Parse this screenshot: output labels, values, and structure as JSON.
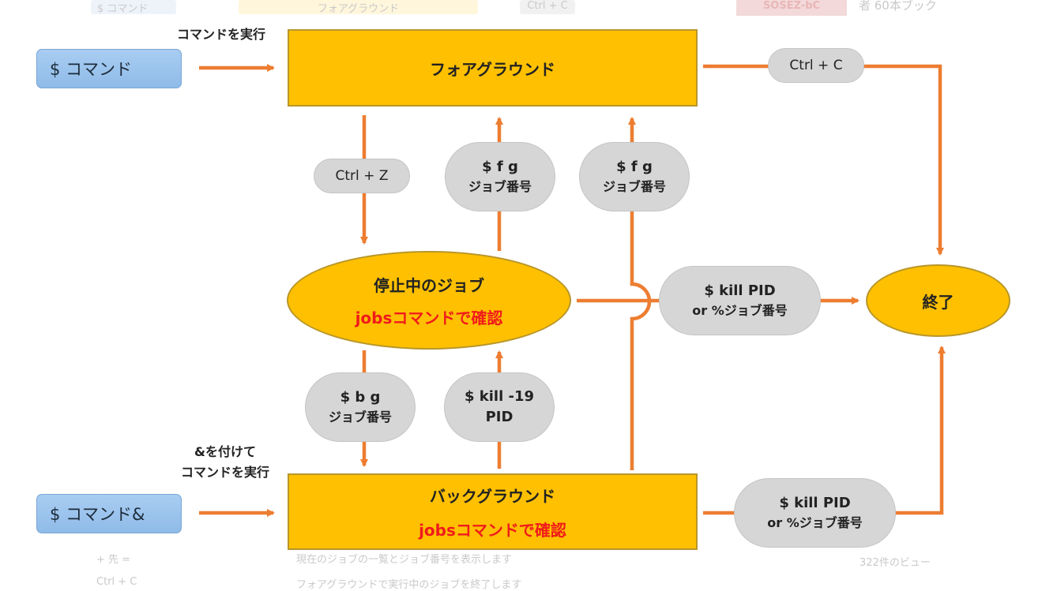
{
  "background": {
    "top_left": "$ コマンド",
    "top_mid": "フォアグラウンド",
    "top_ctrl": "Ctrl + C",
    "top_badge": "SOSEZ-bC",
    "top_right": "者 60本ブック",
    "bottom_left1": "+ 先 =",
    "bottom_mid1": "現在のジョブの一覧とジョブ番号を表示します",
    "bottom_right1": "322件のビュー",
    "bottom_left2": "Ctrl + C",
    "bottom_mid2": "フォアグラウンドで実行中のジョブを終了します"
  },
  "diagram": {
    "cmd_run_caption": "コマンドを実行",
    "cmd_box": "$ コマンド",
    "fg_box": "フォアグラウンド",
    "ctrl_c": "Ctrl + C",
    "ctrl_z": "Ctrl + Z",
    "fg1": {
      "line1": "$ f g",
      "line2": "ジョブ番号"
    },
    "fg2": {
      "line1": "$ f g",
      "line2": "ジョブ番号"
    },
    "stopped": {
      "title": "停止中のジョブ",
      "sub": "jobsコマンドで確認"
    },
    "kill_stopped": {
      "line1": "$ kill PID",
      "line2": "or %ジョブ番号"
    },
    "end": "終了",
    "bg_cmd": {
      "line1": "$ b g",
      "line2": "ジョブ番号"
    },
    "kill19": {
      "line1": "$ kill -19",
      "line2": "PID"
    },
    "amp_caption": {
      "line1": "&を付けて",
      "line2": "コマンドを実行"
    },
    "cmd_amp_box": "$ コマンド&",
    "bg_box": {
      "title": "バックグラウンド",
      "sub": "jobsコマンドで確認"
    },
    "kill_bg": {
      "line1": "$ kill PID",
      "line2": "or %ジョブ番号"
    }
  },
  "colors": {
    "arrow": "#ed7d31",
    "box_fill": "#fec000",
    "pill_fill": "#d6d6d6",
    "cmd_fill": "#9dc3ec",
    "highlight": "#f01b1b"
  }
}
